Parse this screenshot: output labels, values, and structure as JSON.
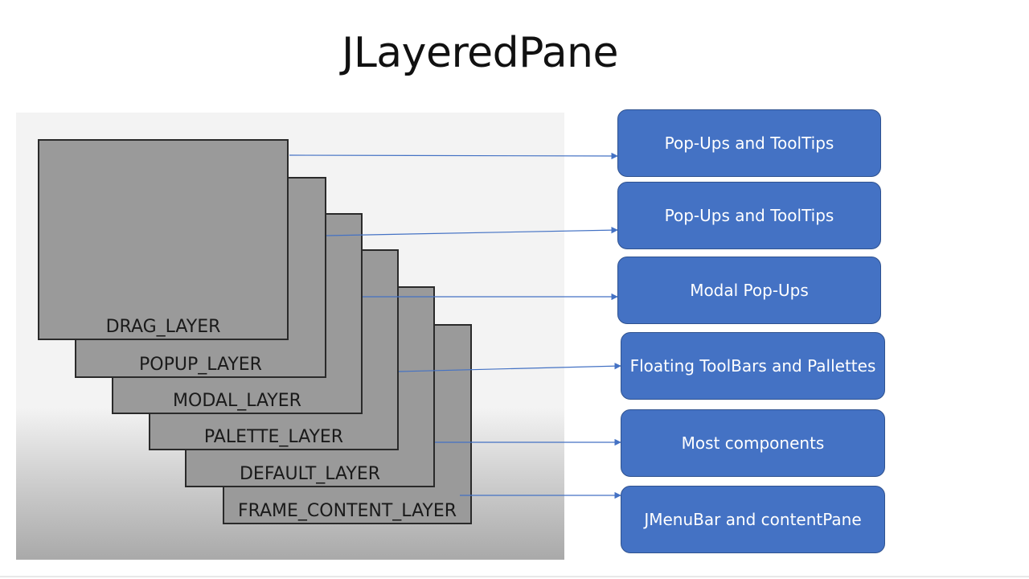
{
  "title": "JLayeredPane",
  "layers": [
    {
      "label": "FRAME_CONTENT_LAYER"
    },
    {
      "label": "DEFAULT_LAYER"
    },
    {
      "label": "PALETTE_LAYER"
    },
    {
      "label": "MODAL_LAYER"
    },
    {
      "label": "POPUP_LAYER"
    },
    {
      "label": "DRAG_LAYER"
    }
  ],
  "boxes": [
    {
      "label": "Pop-Ups and ToolTips"
    },
    {
      "label": "Pop-Ups and ToolTips"
    },
    {
      "label": "Modal Pop-Ups"
    },
    {
      "label": "Floating ToolBars and Pallettes"
    },
    {
      "label": "Most components"
    },
    {
      "label": "JMenuBar and contentPane"
    }
  ],
  "colors": {
    "box_fill": "#4472c4",
    "box_border": "#2f528f",
    "arrow": "#4472c4",
    "layer_fill": "#9a9a9a"
  }
}
